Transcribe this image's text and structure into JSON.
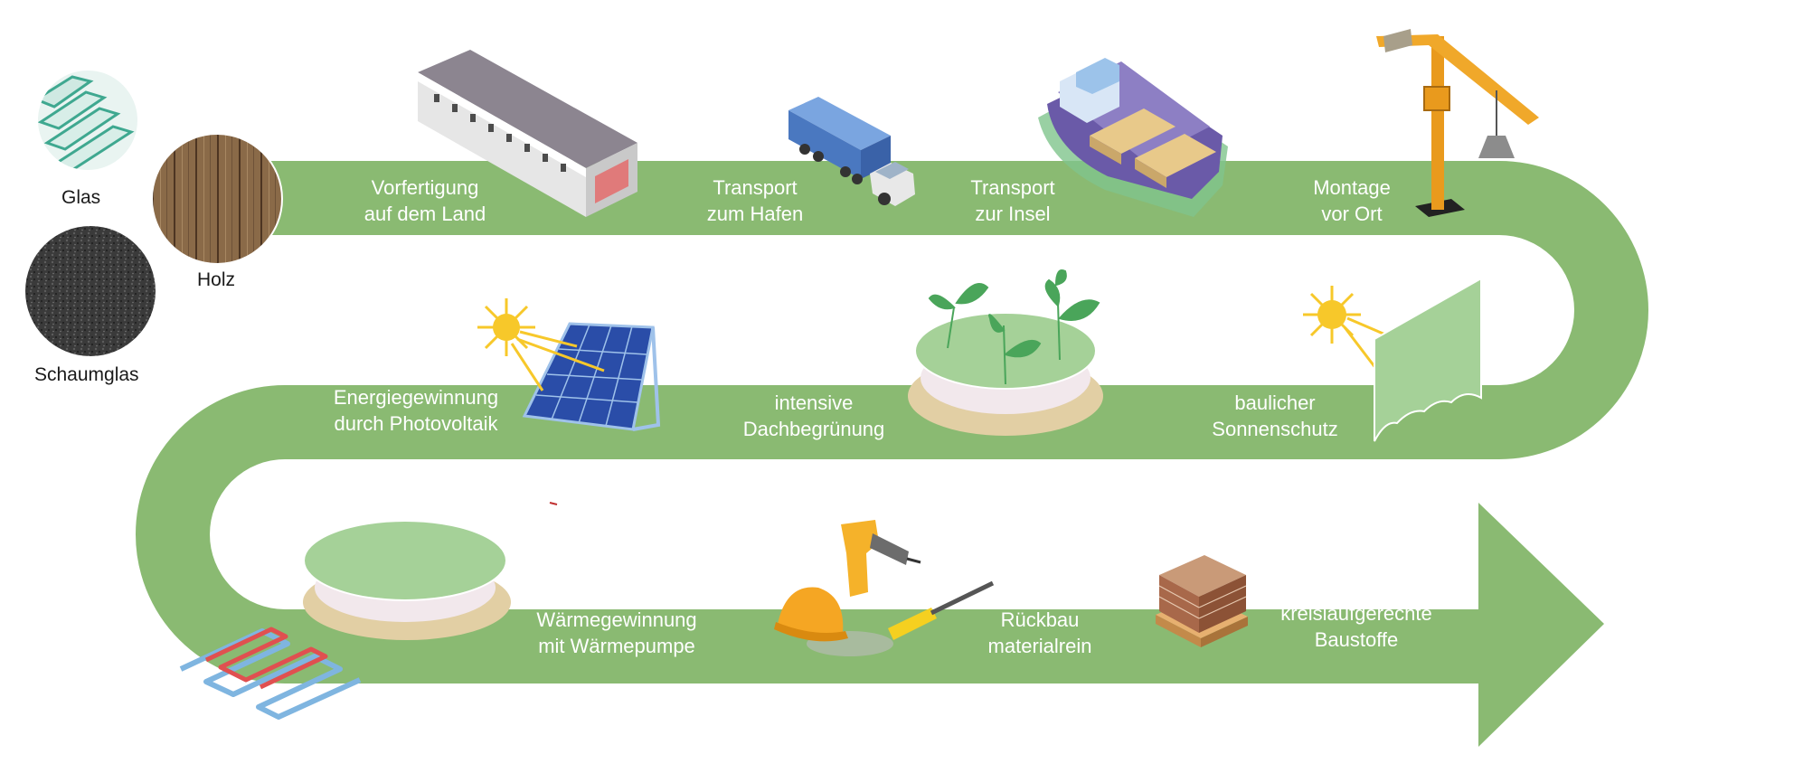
{
  "materials": [
    {
      "id": "glas",
      "label": "Glas"
    },
    {
      "id": "holz",
      "label": "Holz"
    },
    {
      "id": "schaumglas",
      "label": "Schaumglas"
    }
  ],
  "steps": [
    {
      "id": "vorfertigung",
      "lines": [
        "Vorfertigung",
        "auf dem Land"
      ],
      "icon": "factory-icon"
    },
    {
      "id": "transport-hafen",
      "lines": [
        "Transport",
        "zum Hafen"
      ],
      "icon": "truck-icon"
    },
    {
      "id": "transport-insel",
      "lines": [
        "Transport",
        "zur Insel"
      ],
      "icon": "ship-icon"
    },
    {
      "id": "montage",
      "lines": [
        "Montage",
        "vor Ort"
      ],
      "icon": "crane-icon"
    },
    {
      "id": "photovoltaik",
      "lines": [
        "Energiegewinnung",
        "durch Photovoltaik"
      ],
      "icon": "solar-panel-icon"
    },
    {
      "id": "dachbegruenung",
      "lines": [
        "intensive",
        "Dachbegrünung"
      ],
      "icon": "green-roof-icon"
    },
    {
      "id": "sonnenschutz",
      "lines": [
        "baulicher",
        "Sonnenschutz"
      ],
      "icon": "sun-shade-icon"
    },
    {
      "id": "waermepumpe",
      "lines": [
        "Wärmegewinnung",
        "mit Wärmepumpe"
      ],
      "icon": "heat-pump-icon"
    },
    {
      "id": "rueckbau",
      "lines": [
        "Rückbau",
        "materialrein"
      ],
      "icon": "demolition-tools-icon"
    },
    {
      "id": "baustoffe",
      "lines": [
        "kreislaufgerechte",
        "Baustoffe"
      ],
      "icon": "brick-pallet-icon"
    }
  ],
  "colors": {
    "path": "#8aba72",
    "roof_green": "#a5d198",
    "leaf": "#4aa55a",
    "sun": "#f7c82a",
    "crane": "#e99a1d",
    "truck": "#4a78c0",
    "panel": "#2a4da8",
    "text": "#ffffff"
  }
}
